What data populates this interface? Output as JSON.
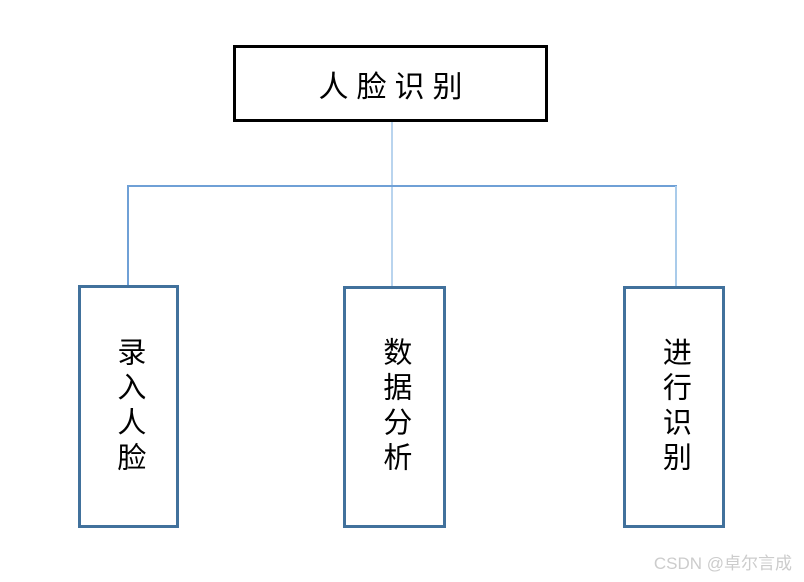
{
  "diagram": {
    "root": {
      "label": "人脸识别"
    },
    "children": [
      {
        "label": "录入人脸"
      },
      {
        "label": "数据分析"
      },
      {
        "label": "进行识别"
      }
    ]
  },
  "watermark": "CSDN @卓尔言成",
  "colors": {
    "background": "#FFFFFF",
    "root_border": "#000000",
    "child_border": "#41719C",
    "connector_medium_blue": "#6FA0D6",
    "connector_light_blue": "#B9D4EE",
    "text": "#000000",
    "watermark": "#CCCCCC"
  }
}
